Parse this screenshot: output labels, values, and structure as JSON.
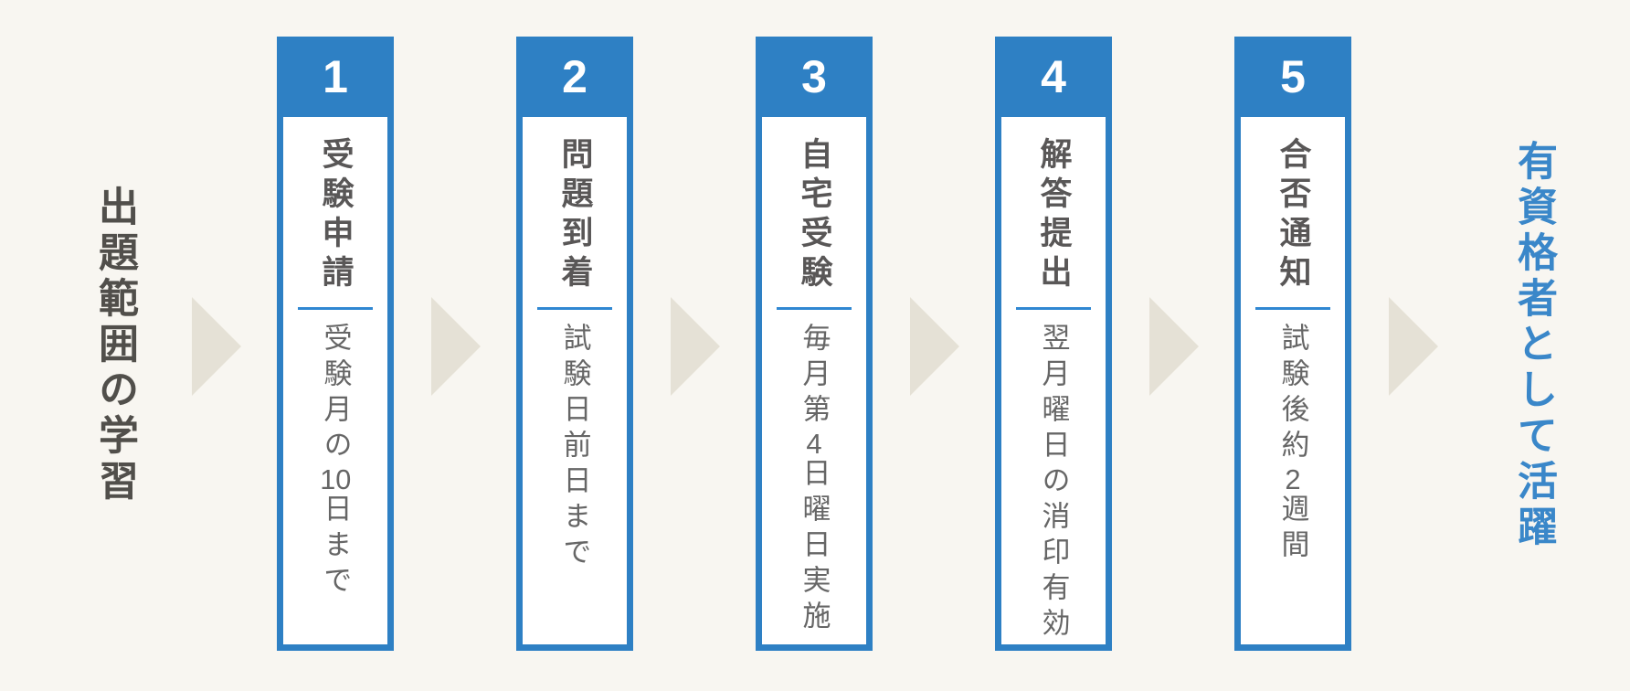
{
  "flow": {
    "start_label": "出題範囲の学習",
    "end_label": "有資格者として活躍",
    "steps": [
      {
        "number": "1",
        "title": "受験申請",
        "subtitle": "受験月の10日まで"
      },
      {
        "number": "2",
        "title": "問題到着",
        "subtitle": "試験日前日まで"
      },
      {
        "number": "3",
        "title": "自宅受験",
        "subtitle": "毎月第4日曜日実施"
      },
      {
        "number": "4",
        "title": "解答提出",
        "subtitle": "翌月曜日の消印有効"
      },
      {
        "number": "5",
        "title": "合否通知",
        "subtitle": "試験後約2週間"
      }
    ]
  },
  "colors": {
    "accent_blue": "#2E80C4",
    "divider_blue": "#2F87D2",
    "end_label_blue": "#3A87C9",
    "start_label_gray": "#514F4B",
    "title_gray": "#595757",
    "subtitle_gray": "#666666",
    "arrow_beige": "#E5E1D6",
    "background": "#F8F6F1"
  }
}
